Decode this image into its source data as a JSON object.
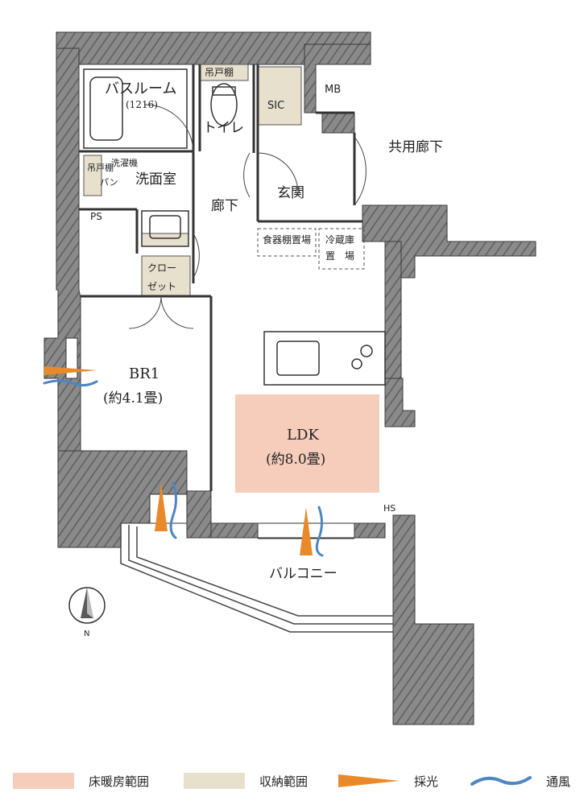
{
  "colors": {
    "wall": "#7d7d7d",
    "wall_hatch": "#5a5a5a",
    "floor_heating": "#f6cdbb",
    "storage": "#e6e0cc",
    "daylight": "#e98a2a",
    "ventilation": "#4f86c2",
    "line": "#333333"
  },
  "rooms": {
    "bathroom": "バスルーム",
    "bathroom_size": "(1216)",
    "toilet": "トイレ",
    "toilet_upper_cabinet": "吊戸棚",
    "sic": "SIC",
    "mb": "MB",
    "common_corridor": "共用廊下",
    "washroom": "洗面室",
    "washroom_upper_cabinet": "吊戸棚",
    "pantry": "パン",
    "washing_machine": "洗濯機",
    "ps": "PS",
    "entrance": "玄関",
    "hallway": "廊下",
    "dish_shelf_space": "食器棚置場",
    "fridge_space_line1": "冷蔵庫",
    "fridge_space_line2": "置　場",
    "closet_line1": "クロー",
    "closet_line2": "ゼット",
    "br1": "BR1",
    "br1_size": "(約4.1畳)",
    "ldk": "LDK",
    "ldk_size": "(約8.0畳)",
    "hs": "HS",
    "balcony": "バルコニー",
    "north": "N"
  },
  "legend": [
    {
      "label": "床暖房範囲",
      "swatch": "floor_heating"
    },
    {
      "label": "収納範囲",
      "swatch": "storage"
    },
    {
      "label": "採光",
      "swatch": "daylight"
    },
    {
      "label": "通風",
      "swatch": "ventilation"
    }
  ]
}
